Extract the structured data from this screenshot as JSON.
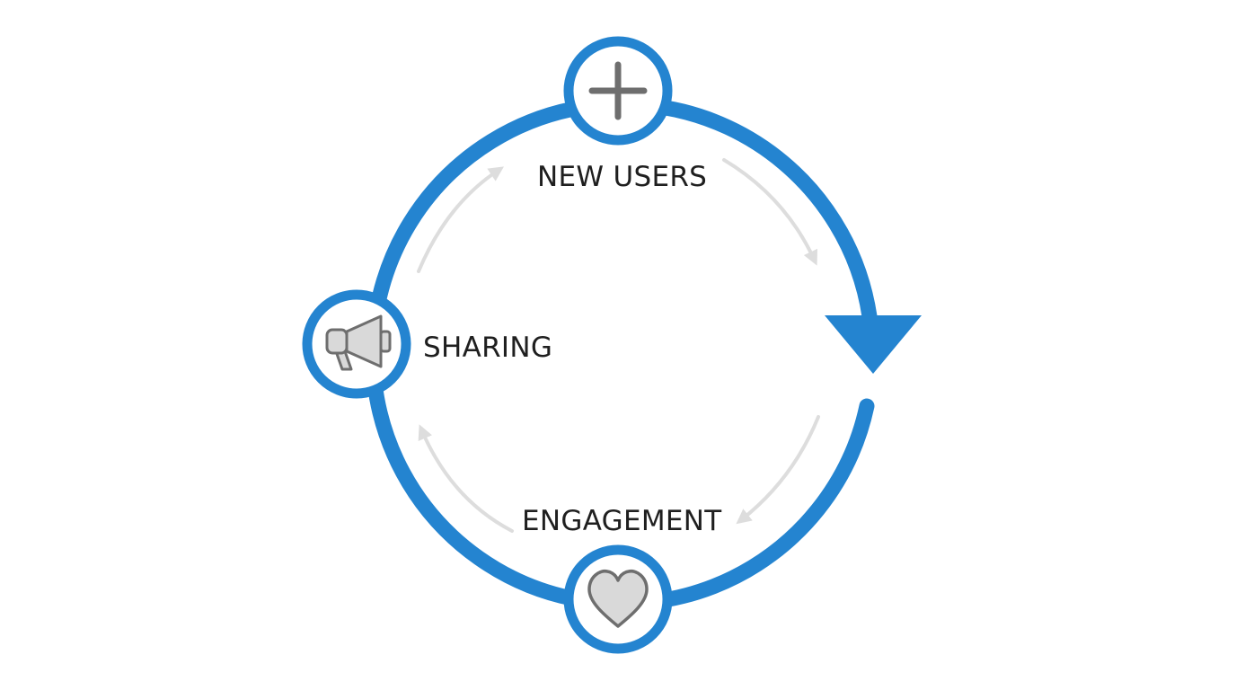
{
  "diagram": {
    "stages": [
      {
        "id": "new-users",
        "label": "NEW USERS",
        "icon": "plus-icon"
      },
      {
        "id": "engagement",
        "label": "ENGAGEMENT",
        "icon": "heart-icon"
      },
      {
        "id": "sharing",
        "label": "SHARING",
        "icon": "megaphone-icon"
      }
    ],
    "flow_direction": "clockwise",
    "colors": {
      "ring": "#2484d0",
      "node_border": "#2484d0",
      "icon": "#6e6e6e",
      "icon_fill": "#d9d9d9",
      "inner_arrows": "#dddddd",
      "text": "#1f1f1f"
    }
  }
}
